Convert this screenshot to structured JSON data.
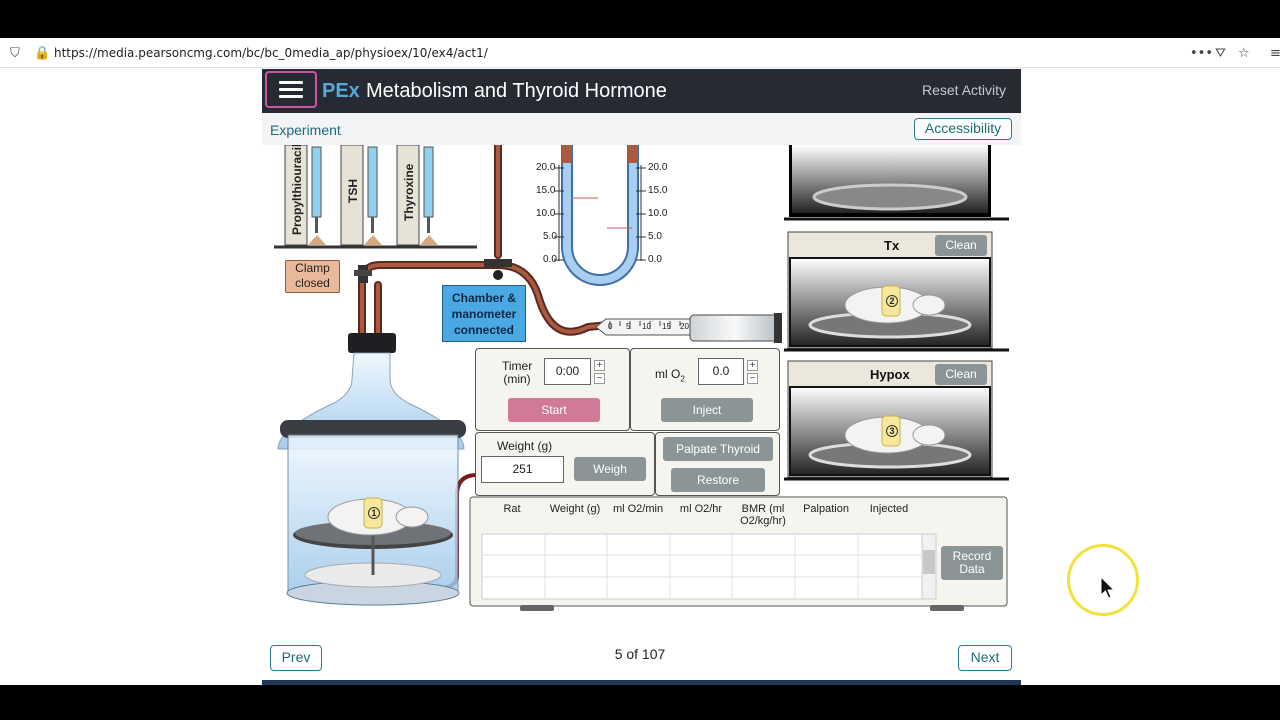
{
  "browser": {
    "url": "https://media.pearsoncmg.com/bc/bc_0media_ap/physioex/10/ex4/act1/"
  },
  "header": {
    "logo": "PEx",
    "title": "Metabolism and Thyroid Hormone",
    "reset_label": "Reset Activity"
  },
  "subheader": {
    "section": "Experiment",
    "accessibility_label": "Accessibility"
  },
  "syringes": [
    {
      "label": "Propylthiouracil"
    },
    {
      "label": "TSH"
    },
    {
      "label": "Thyroxine"
    }
  ],
  "clamp": {
    "label_line1": "Clamp",
    "label_line2": "closed"
  },
  "chamber": {
    "line1": "Chamber &",
    "line2": "manometer",
    "line3": "connected"
  },
  "manometer": {
    "ticks": [
      "20.0",
      "15.0",
      "10.0",
      "5.0",
      "0.0"
    ]
  },
  "syringe_scale": [
    "0",
    "5",
    "10",
    "15",
    "20"
  ],
  "timer": {
    "label_line1": "Timer",
    "label_line2": "(min)",
    "value": "0:00",
    "start_label": "Start"
  },
  "oxygen": {
    "label": "ml O",
    "sub": "2",
    "value": "0.0",
    "inject_label": "Inject"
  },
  "weight": {
    "label": "Weight (g)",
    "value": "251",
    "weigh_label": "Weigh"
  },
  "thyroid": {
    "palpate_label": "Palpate Thyroid",
    "restore_label": "Restore"
  },
  "cages": [
    {
      "title": "Tx",
      "clean_label": "Clean",
      "rat_number": "2"
    },
    {
      "title": "Hypox",
      "clean_label": "Clean",
      "rat_number": "3"
    }
  ],
  "chamber_rat_number": "1",
  "table": {
    "columns": [
      "Rat",
      "Weight (g)",
      "ml O2/min",
      "ml O2/hr",
      "BMR (ml O2/kg/hr)",
      "Palpation",
      "Injected"
    ],
    "record_label_line1": "Record",
    "record_label_line2": "Data"
  },
  "nav": {
    "prev_label": "Prev",
    "next_label": "Next",
    "page": "5 of 107"
  },
  "colors": {
    "header_bg": "#262a33",
    "accent": "#2a7b8d",
    "start_btn": "#d17a97",
    "chamber_box": "#4aa9e2",
    "clamp_box": "#e9b99a"
  }
}
